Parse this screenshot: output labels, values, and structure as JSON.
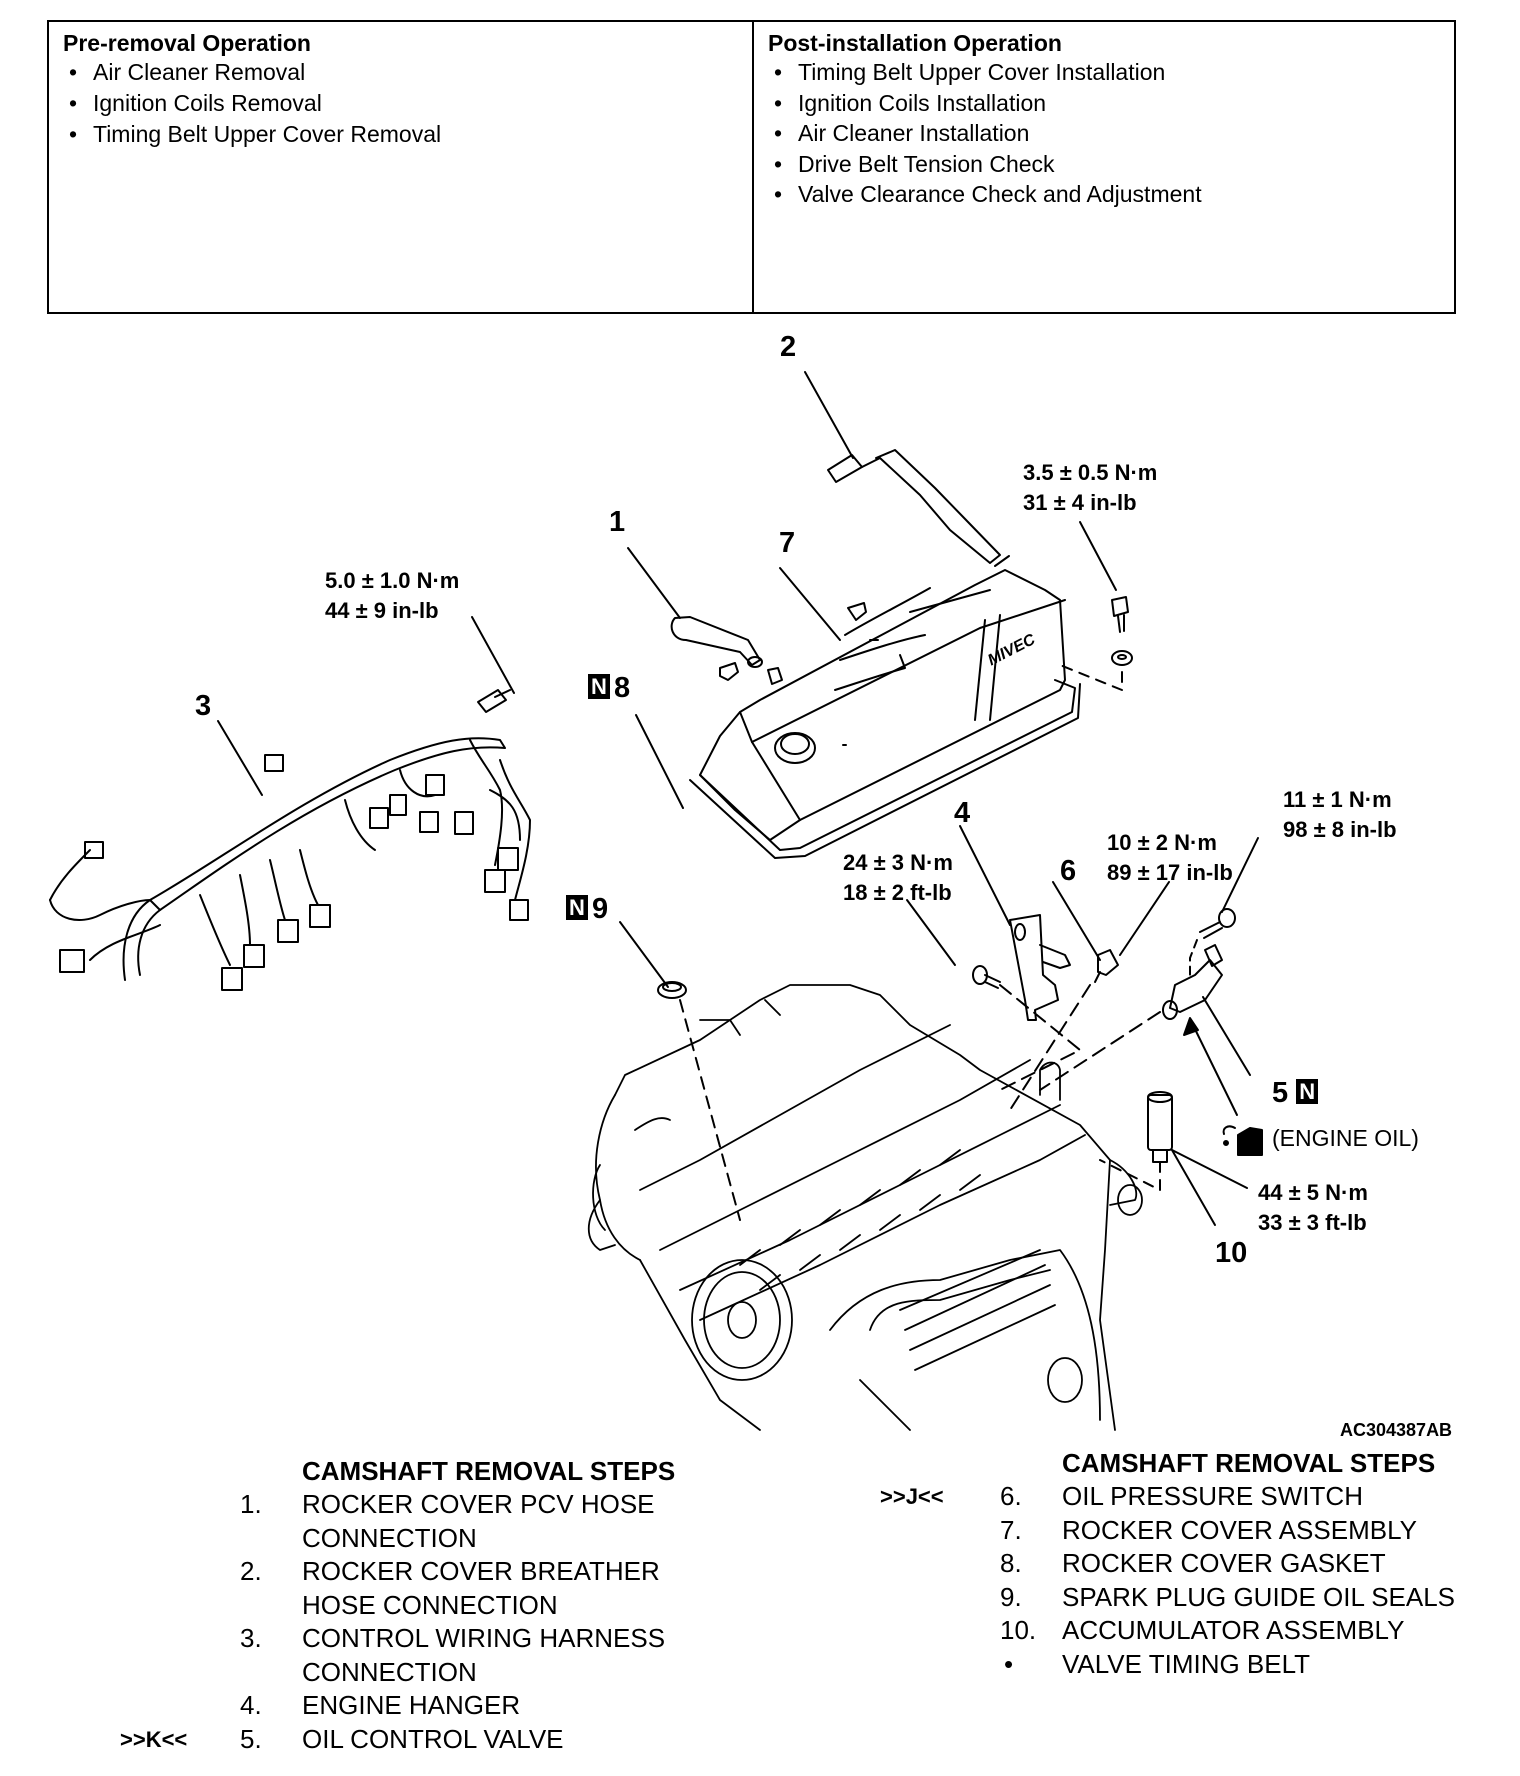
{
  "operations": {
    "pre_removal": {
      "title": "Pre-removal Operation",
      "items": [
        "Air Cleaner Removal",
        "Ignition Coils Removal",
        "Timing Belt Upper Cover Removal"
      ]
    },
    "post_installation": {
      "title": "Post-installation Operation",
      "items": [
        "Timing Belt Upper Cover Installation",
        "Ignition Coils Installation",
        "Air Cleaner Installation",
        "Drive Belt Tension Check",
        "Valve Clearance Check and Adjustment"
      ]
    },
    "bullet": "•"
  },
  "diagram": {
    "callouts": {
      "c1": "1",
      "c2": "2",
      "c3": "3",
      "c4": "4",
      "c5": "5",
      "c6": "6",
      "c7": "7",
      "c8": "8",
      "c9": "9",
      "c10": "10"
    },
    "new_part_marker": "N",
    "torques": {
      "t_rocker_bolt": {
        "nm": "3.5 ± 0.5 N·m",
        "imp": "31 ± 4 in-lb"
      },
      "t_harness_bolt": {
        "nm": "5.0 ± 1.0 N·m",
        "imp": "44 ± 9 in-lb"
      },
      "t_hanger_bolt": {
        "nm": "24 ± 3 N·m",
        "imp": "18 ± 2 ft-lb"
      },
      "t_oil_switch": {
        "nm": "10 ± 2 N·m",
        "imp": "89 ± 17 in-lb"
      },
      "t_ocv_bolt": {
        "nm": "11 ± 1 N·m",
        "imp": "98 ± 8 in-lb"
      },
      "t_accumulator": {
        "nm": "44 ± 5 N·m",
        "imp": "33 ± 3 ft-lb"
      }
    },
    "engine_oil_label": "(ENGINE OIL)",
    "cover_logo": "MIVEC",
    "figure_id": "AC304387AB"
  },
  "steps_left": {
    "title": "CAMSHAFT REMOVAL STEPS",
    "rows": [
      {
        "ref": "",
        "num": "1.",
        "text": "ROCKER COVER PCV HOSE"
      },
      {
        "ref": "",
        "num": "",
        "text": "CONNECTION"
      },
      {
        "ref": "",
        "num": "2.",
        "text": "ROCKER COVER BREATHER"
      },
      {
        "ref": "",
        "num": "",
        "text": "HOSE CONNECTION"
      },
      {
        "ref": "",
        "num": "3.",
        "text": "CONTROL WIRING HARNESS"
      },
      {
        "ref": "",
        "num": "",
        "text": "CONNECTION"
      },
      {
        "ref": "",
        "num": "4.",
        "text": "ENGINE HANGER"
      },
      {
        "ref": ">>K<<",
        "num": "5.",
        "text": "OIL CONTROL VALVE"
      }
    ]
  },
  "steps_right": {
    "title": "CAMSHAFT REMOVAL STEPS",
    "rows": [
      {
        "ref": ">>J<<",
        "num": "6.",
        "text": "OIL PRESSURE SWITCH"
      },
      {
        "ref": "",
        "num": "7.",
        "text": "ROCKER COVER ASSEMBLY"
      },
      {
        "ref": "",
        "num": "8.",
        "text": "ROCKER COVER GASKET"
      },
      {
        "ref": "",
        "num": "9.",
        "text": "SPARK PLUG GUIDE OIL SEALS"
      },
      {
        "ref": "",
        "num": "10.",
        "text": "ACCUMULATOR ASSEMBLY"
      },
      {
        "ref": "",
        "num": "•",
        "text": "VALVE TIMING BELT"
      }
    ]
  }
}
